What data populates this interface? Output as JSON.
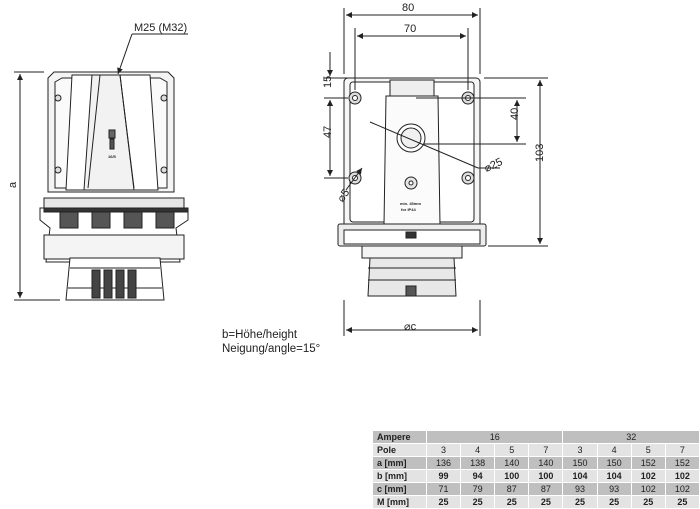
{
  "labels": {
    "m_thread": "M25 (M32)",
    "dim_a": "a",
    "dim_80": "80",
    "dim_70": "70",
    "dim_15": "15",
    "dim_47": "47",
    "dim_40": "40",
    "dim_103": "103",
    "dim_d25": "⌀25",
    "dim_d5": "⌀5",
    "dim_dc": "⌀c",
    "plug_mark": "16/5",
    "plate_text_1": "min. 45mm",
    "plate_text_2": "for IP44"
  },
  "notes": {
    "line1": "b=Höhe/height",
    "line2": "Neigung/angle=15°"
  },
  "table": {
    "header": {
      "label": "Ampere",
      "group1": "16",
      "group2": "32"
    },
    "rows": [
      {
        "label": "Pole",
        "values": [
          "3",
          "4",
          "5",
          "7",
          "3",
          "4",
          "5",
          "7"
        ]
      },
      {
        "label": "a [mm]",
        "values": [
          "136",
          "138",
          "140",
          "140",
          "150",
          "150",
          "152",
          "152"
        ]
      },
      {
        "label": "b [mm]",
        "values": [
          "99",
          "94",
          "100",
          "100",
          "104",
          "104",
          "102",
          "102"
        ]
      },
      {
        "label": "c [mm]",
        "values": [
          "71",
          "79",
          "87",
          "87",
          "93",
          "93",
          "102",
          "102"
        ]
      },
      {
        "label": "M [mm]",
        "values": [
          "25",
          "25",
          "25",
          "25",
          "25",
          "25",
          "25",
          "25"
        ]
      }
    ]
  }
}
